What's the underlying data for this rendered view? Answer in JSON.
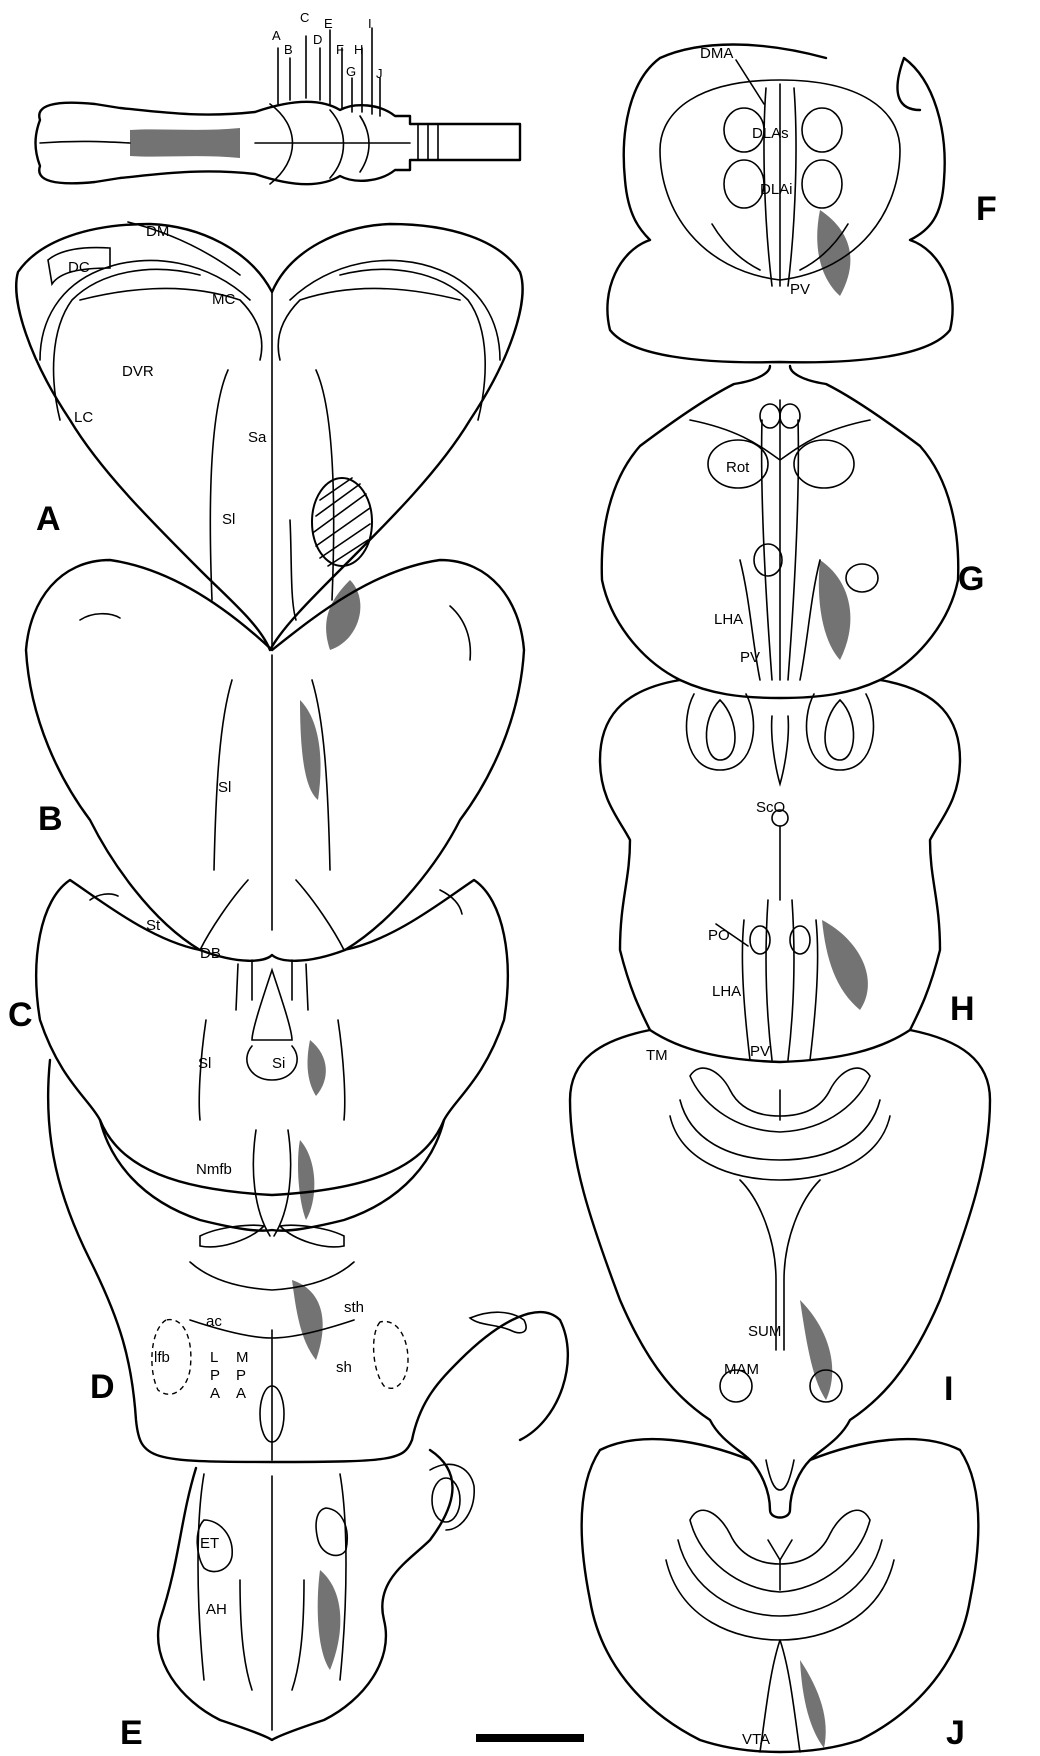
{
  "sections": {
    "A": "A",
    "B": "B",
    "C": "C",
    "D": "D",
    "E": "E",
    "F": "F",
    "G": "G",
    "H": "H",
    "I": "I",
    "J": "J"
  },
  "brain_ticks": [
    "A",
    "B",
    "C",
    "D",
    "E",
    "F",
    "G",
    "H",
    "I",
    "J"
  ],
  "labels": {
    "DM": "DM",
    "DC": "DC",
    "MC": "MC",
    "DVR": "DVR",
    "LC": "LC",
    "Sa": "Sa",
    "Sl_A": "Sl",
    "Sl_B": "Sl",
    "St": "St",
    "DB": "DB",
    "Sl_C": "Sl",
    "Si_C": "Si",
    "Nmfb": "Nmfb",
    "ac": "ac",
    "sth": "sth",
    "lfb": "lfb",
    "sh": "sh",
    "LPA_L": "L",
    "LPA_P": "P",
    "LPA_A": "A",
    "MPA_M": "M",
    "MPA_P": "P",
    "MPA_A": "A",
    "ET": "ET",
    "AH": "AH",
    "DMA": "DMA",
    "DLAs": "DLAs",
    "DLAi": "DLAi",
    "PV_F": "PV",
    "Rot": "Rot",
    "LHA_G": "LHA",
    "PV_G": "PV",
    "ScO": "ScO",
    "PO": "PO",
    "LHA_H": "LHA",
    "PV_H": "PV",
    "TM": "TM",
    "SUM": "SUM",
    "MAM": "MAM",
    "VTA": "VTA"
  }
}
